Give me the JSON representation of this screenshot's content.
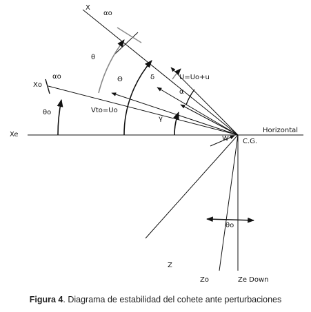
{
  "diagram": {
    "labels": {
      "x": "X",
      "xo": "Xo",
      "xe": "Xe",
      "horizontal": "Horizontal",
      "cg": "C.G.",
      "z": "Z",
      "zo": "Zo",
      "ze_down": "Ze Down",
      "u": "U=Uo+u",
      "vto": "Vto=Uo",
      "alpha_o_top": "αo",
      "alpha_o_left": "αo",
      "theta_small": "θ",
      "theta_cap": "Θ",
      "delta": "δ",
      "alpha": "α",
      "gamma": "γ",
      "theta_o": "θo",
      "w": "W",
      "theta_o_bottom": "θo"
    }
  },
  "caption": {
    "bold": "Figura 4",
    "text": ". Diagrama de estabilidad del cohete ante perturbaciones"
  }
}
